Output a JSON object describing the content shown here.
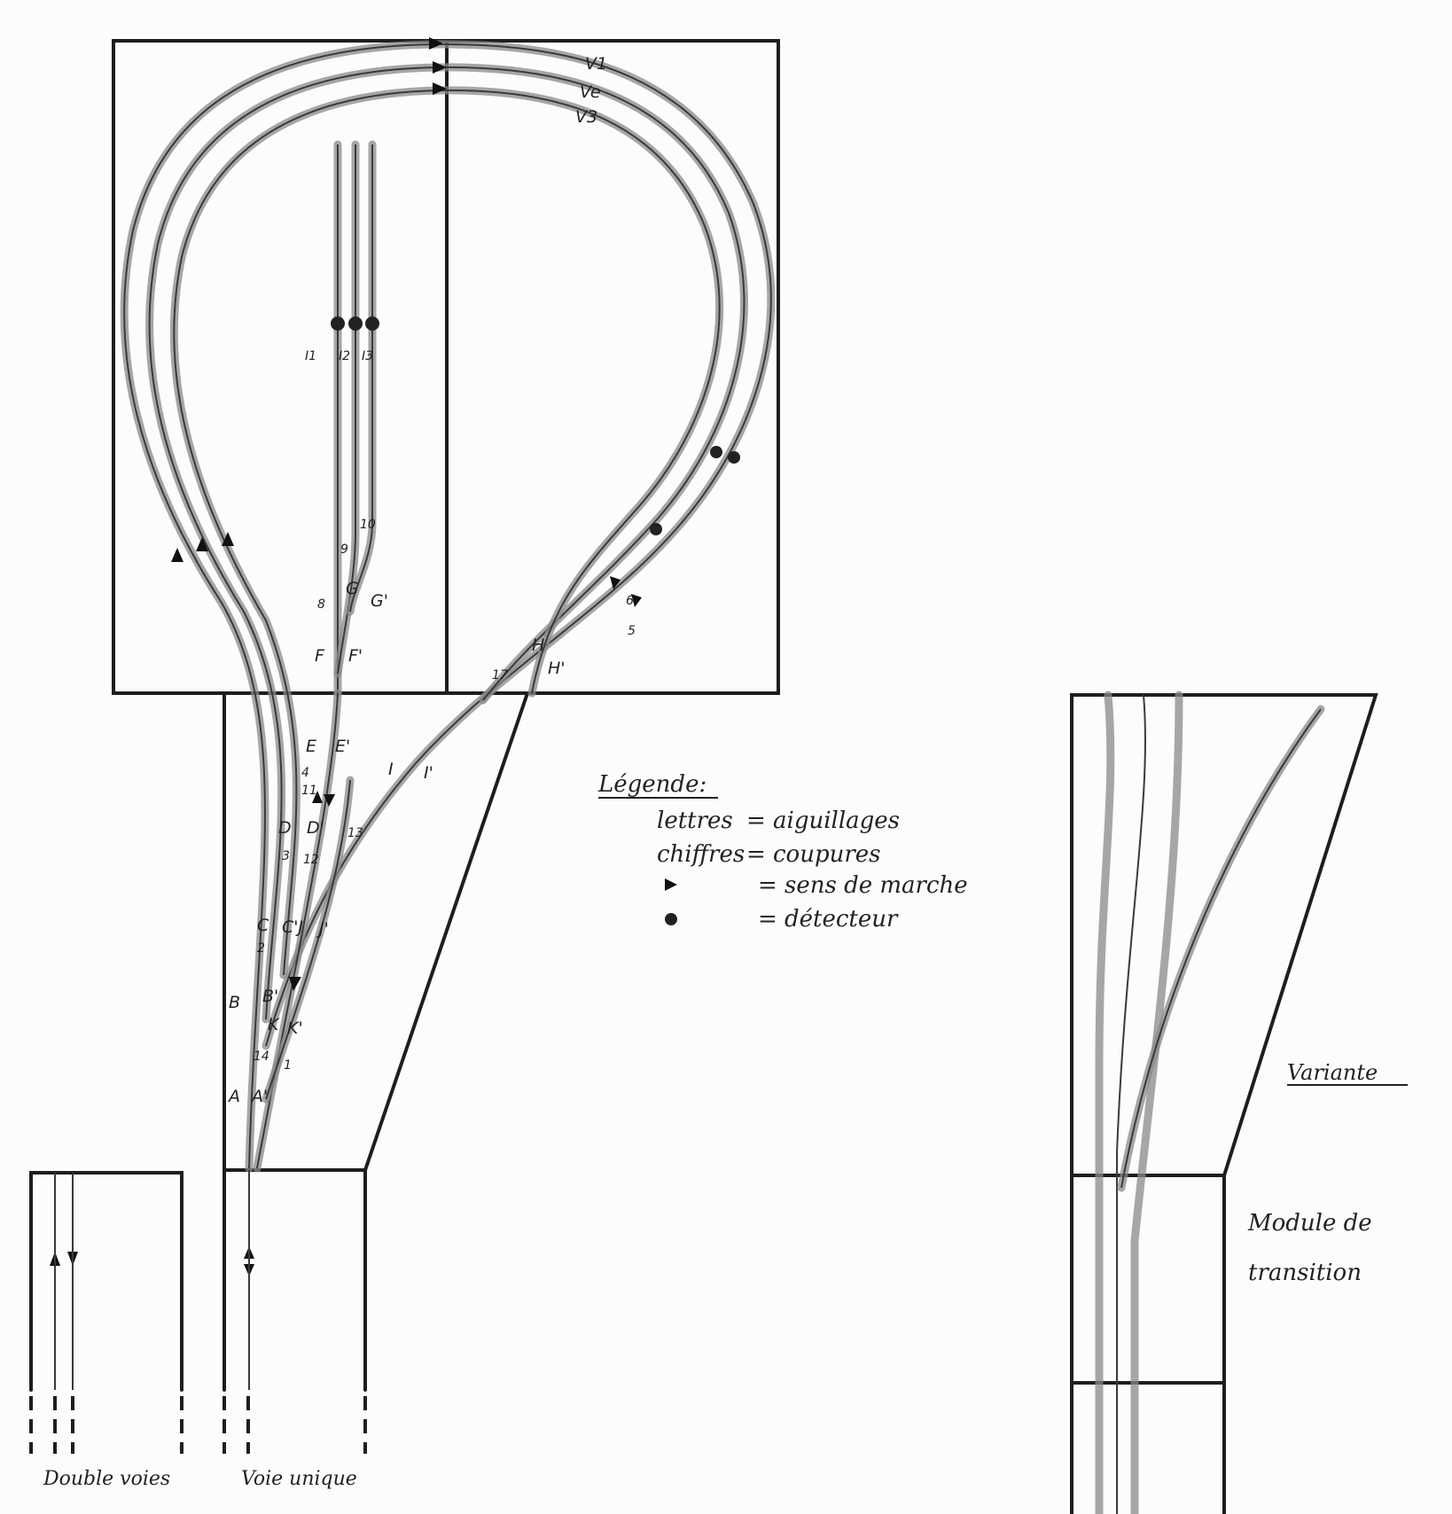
{
  "track_labels": {
    "v1": "V1",
    "v2": "Ve",
    "v3": "V3"
  },
  "detector_labels": [
    "I1",
    "I2",
    "I3"
  ],
  "switch_labels": {
    "e": "E",
    "e_p": "E'",
    "f": "F",
    "f_p": "F'",
    "g": "G",
    "g_p": "G'",
    "h": "H",
    "h_p": "H'",
    "i": "I",
    "i_p": "I'",
    "d": "D",
    "d_p": "D'",
    "c": "C",
    "cj": "C'J",
    "j_p": "J'",
    "b": "B",
    "b_p": "B'",
    "k": "K",
    "k_p": "K'",
    "a": "A",
    "a_p": "A'"
  },
  "cut_labels": {
    "c1": "1",
    "c2": "2",
    "c3": "3",
    "c4": "4",
    "c5": "5",
    "c6": "6",
    "c8": "8",
    "c9": "9",
    "c10": "10",
    "c11": "11",
    "c12": "12",
    "c13": "13",
    "c14": "14",
    "c17": "17"
  },
  "legend": {
    "title": "Légende:",
    "rows": [
      {
        "key": "lettres",
        "eq": "=",
        "value": "aiguillages"
      },
      {
        "key": "chiffres",
        "eq": "=",
        "value": "coupures"
      },
      {
        "key_icon": "arrow-icon",
        "eq": "=",
        "value": "sens de marche"
      },
      {
        "key_icon": "dot-icon",
        "eq": "=",
        "value": "détecteur"
      }
    ]
  },
  "captions": {
    "double": "Double voies",
    "single": "Voie unique",
    "variante": "Variante",
    "module_1": "Module de",
    "module_2": "transition"
  },
  "colors": {
    "ink": "#1e1e1e",
    "pencil": "#8a8a8a",
    "paper": "#fcfcfc"
  }
}
